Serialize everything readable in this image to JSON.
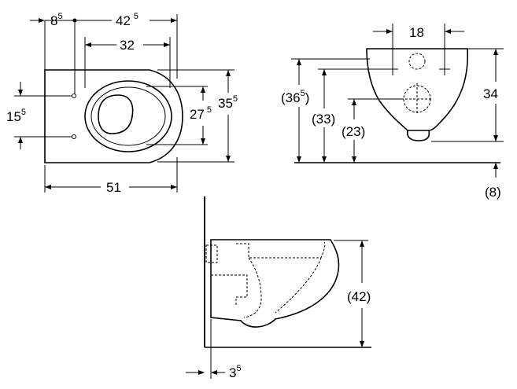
{
  "top_view": {
    "dim_8_5": {
      "main": "8",
      "sup": "5"
    },
    "dim_42_5": {
      "main": "42",
      "sup": "5"
    },
    "dim_32": "32",
    "dim_15_5": {
      "main": "15",
      "sup": "5"
    },
    "dim_27_5": {
      "main": "27",
      "sup": "5"
    },
    "dim_35_5": {
      "main": "35",
      "sup": "5"
    },
    "dim_51": "51"
  },
  "front_view": {
    "dim_18": "18",
    "dim_34": "34",
    "dim_36_5": {
      "open": "(36",
      "sup": "5",
      "close": ")"
    },
    "dim_33": "(33)",
    "dim_23": "(23)",
    "dim_8": "(8)"
  },
  "side_view": {
    "dim_42": "(42)",
    "dim_3_5": {
      "main": "3",
      "sup": "5"
    }
  }
}
